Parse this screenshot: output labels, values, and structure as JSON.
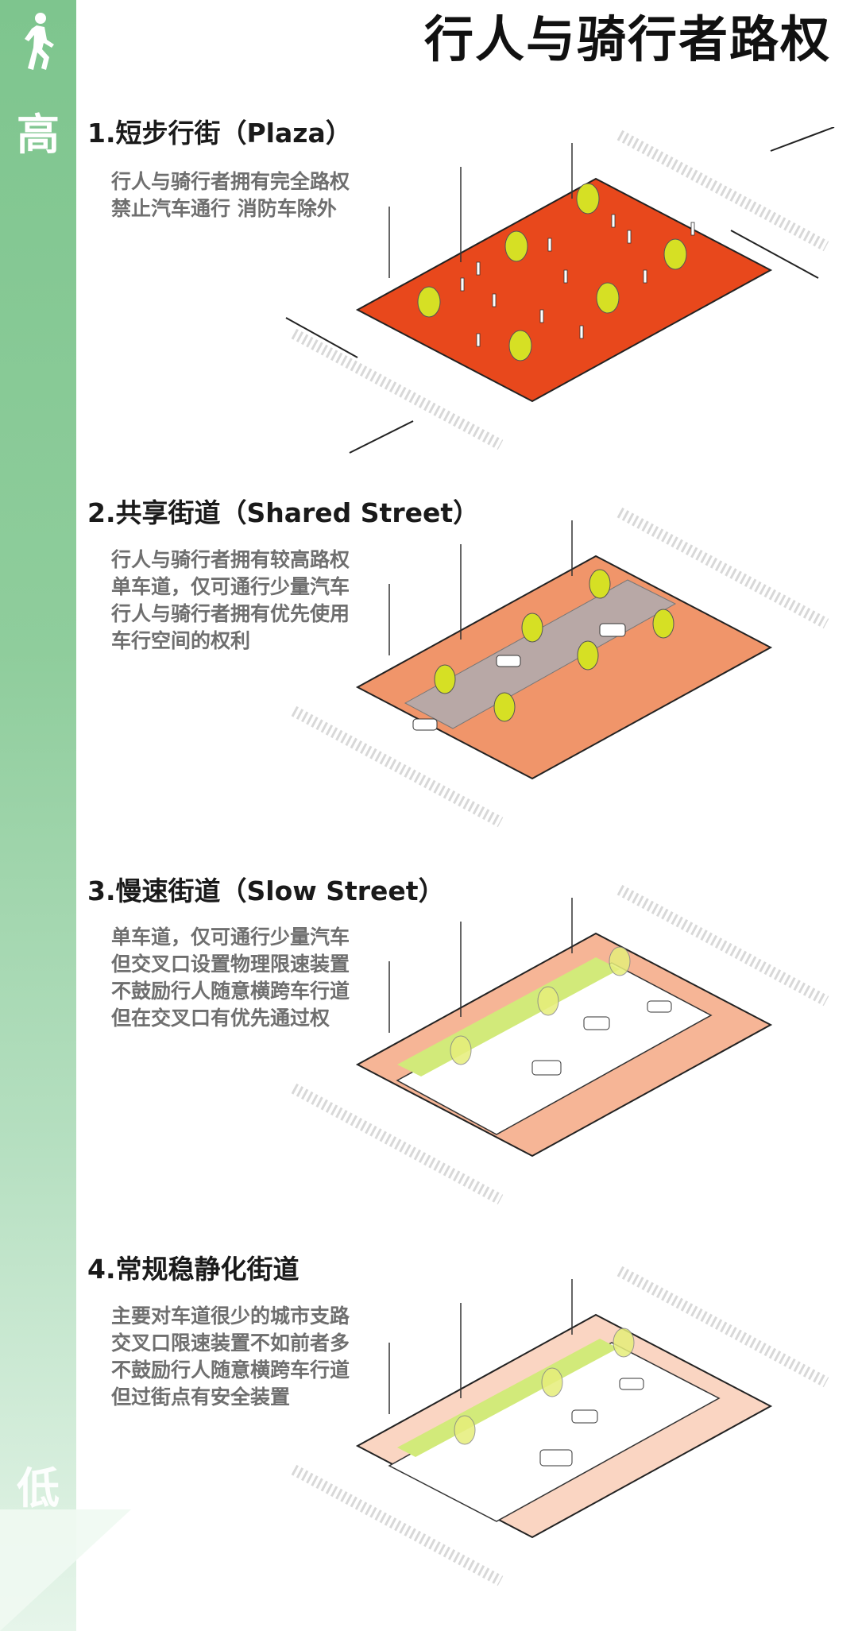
{
  "page": {
    "title": "行人与骑行者路权"
  },
  "scale": {
    "high_label": "高",
    "low_label": "低",
    "icon": "pedestrian-icon",
    "colors": {
      "top": "#7ec58e",
      "bottom": "#e6f5ea"
    }
  },
  "sections": [
    {
      "title": "1.短步行街（Plaza）",
      "desc": [
        "行人与骑行者拥有完全路权",
        "禁止汽车通行  消防车除外"
      ],
      "surface": "#e8481c",
      "lane": ""
    },
    {
      "title": "2.共享街道（Shared Street）",
      "desc": [
        "行人与骑行者拥有较高路权",
        "单车道，仅可通行少量汽车",
        "行人与骑行者拥有优先使用",
        "车行空间的权利"
      ],
      "surface": "#f0956a",
      "lane": "#b8a8a6"
    },
    {
      "title": "3.慢速街道（Slow Street）",
      "desc": [
        "单车道，仅可通行少量汽车",
        "但交叉口设置物理限速装置",
        "不鼓励行人随意横跨车行道",
        "但在交叉口有优先通过权"
      ],
      "surface": "#f6b596",
      "lane": "#ffffff"
    },
    {
      "title": "4.常规稳静化街道",
      "desc": [
        "主要对车道很少的城市支路",
        "交叉口限速装置不如前者多",
        "不鼓励行人随意横跨车行道",
        "但过街点有安全装置"
      ],
      "surface": "#fad5c2",
      "lane": "#ffffff"
    }
  ],
  "colors": {
    "tree": "#d6e024",
    "green_strip": "#d2ea7a"
  }
}
